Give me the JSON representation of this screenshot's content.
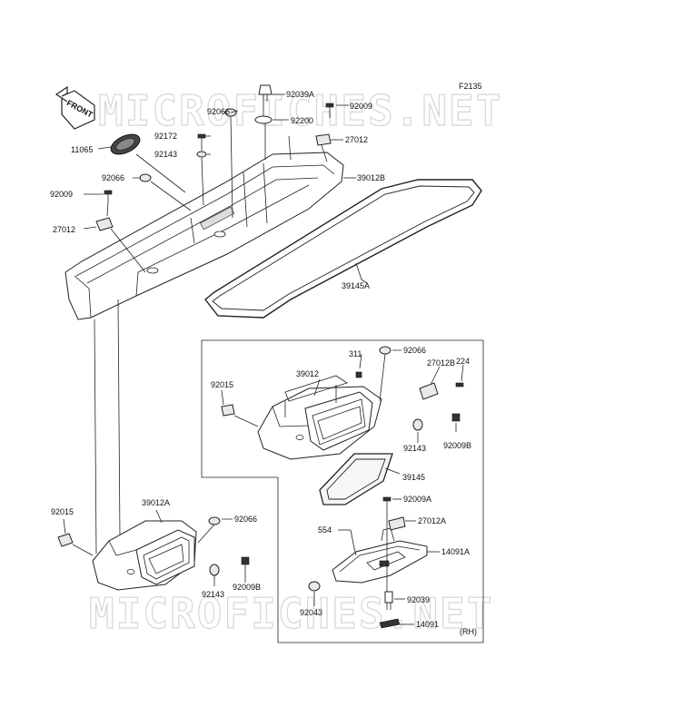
{
  "figure_id": "F2135",
  "watermark": "MICROFICHES.NET",
  "front_label": "FRONT",
  "side_label": "(RH)",
  "callouts": {
    "c92039A": "92039A",
    "c92066_t": "92066",
    "c92009_t": "92009",
    "c92200": "92200",
    "c92172": "92172",
    "c27012_t": "27012",
    "c11065": "11065",
    "c92143_t": "92143",
    "c92066_m": "92066",
    "c39012B": "39012B",
    "c92009_l": "92009",
    "c27012_l": "27012",
    "c39145A": "39145A",
    "c311": "311",
    "c92066_r": "92066",
    "c27012B": "27012B",
    "c224": "224",
    "c92015_r": "92015",
    "c39012": "39012",
    "c92143_r": "92143",
    "c92009B_r": "92009B",
    "c39145": "39145",
    "c92009A": "92009A",
    "c92015_l": "92015",
    "c39012A": "39012A",
    "c92066_b": "92066",
    "c27012A": "27012A",
    "c554": "554",
    "c14091A": "14091A",
    "c92143_b": "92143",
    "c92009B_b": "92009B",
    "c92039": "92039",
    "c92043": "92043",
    "c14091": "14091"
  }
}
